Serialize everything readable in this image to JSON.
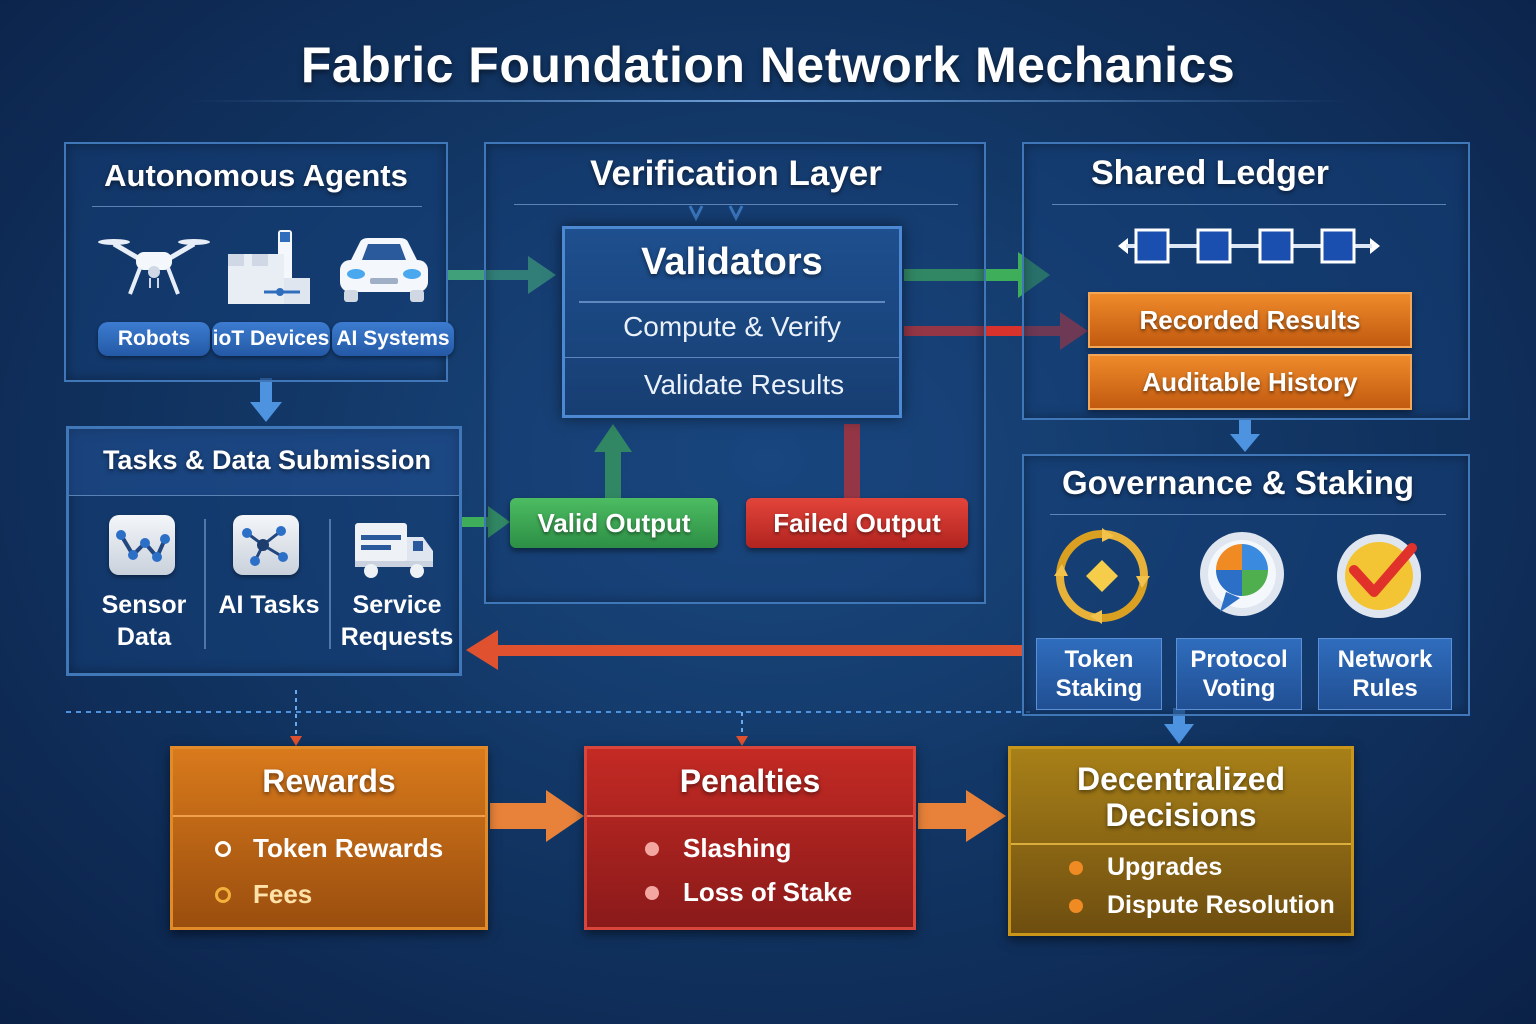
{
  "title": "Fabric Foundation Network Mechanics",
  "agents": {
    "title": "Autonomous Agents",
    "pills": [
      "Robots",
      "ioT Devices",
      "AI Systems"
    ],
    "icons": [
      "drone-icon",
      "iot-factory-icon",
      "car-icon"
    ]
  },
  "tasks": {
    "title": "Tasks & Data Submission",
    "items": [
      {
        "label": "Sensor\nData",
        "icon": "sensor-chart-icon"
      },
      {
        "label": "AI Tasks",
        "icon": "network-nodes-icon"
      },
      {
        "label": "Service\nRequests",
        "icon": "truck-icon"
      }
    ]
  },
  "verification": {
    "title": "Verification Layer",
    "validators_title": "Validators",
    "rows": [
      "Compute & Verify",
      "Validate Results"
    ],
    "valid_output": "Valid Output",
    "failed_output": "Failed Output"
  },
  "ledger": {
    "title": "Shared Ledger",
    "icon": "blockchain-icon",
    "buttons": [
      "Recorded Results",
      "Auditable History"
    ]
  },
  "governance": {
    "title": "Governance & Staking",
    "items": [
      {
        "label": "Token\nStaking",
        "icon": "staking-cycle-icon"
      },
      {
        "label": "Protocol\nVoting",
        "icon": "voting-chat-icon"
      },
      {
        "label": "Network\nRules",
        "icon": "checkmark-shield-icon"
      }
    ]
  },
  "rewards": {
    "title": "Rewards",
    "items": [
      "Token Rewards",
      "Fees"
    ]
  },
  "penalties": {
    "title": "Penalties",
    "items": [
      "Slashing",
      "Loss of Stake"
    ]
  },
  "decisions": {
    "title": "Decentralized\nDecisions",
    "items": [
      "Upgrades",
      "Dispute Resolution"
    ]
  },
  "colors": {
    "green": "#3fae5a",
    "red": "#d8322c",
    "orange": "#e27521",
    "blue_arrow": "#4d93e0",
    "gold": "#c9961a"
  }
}
